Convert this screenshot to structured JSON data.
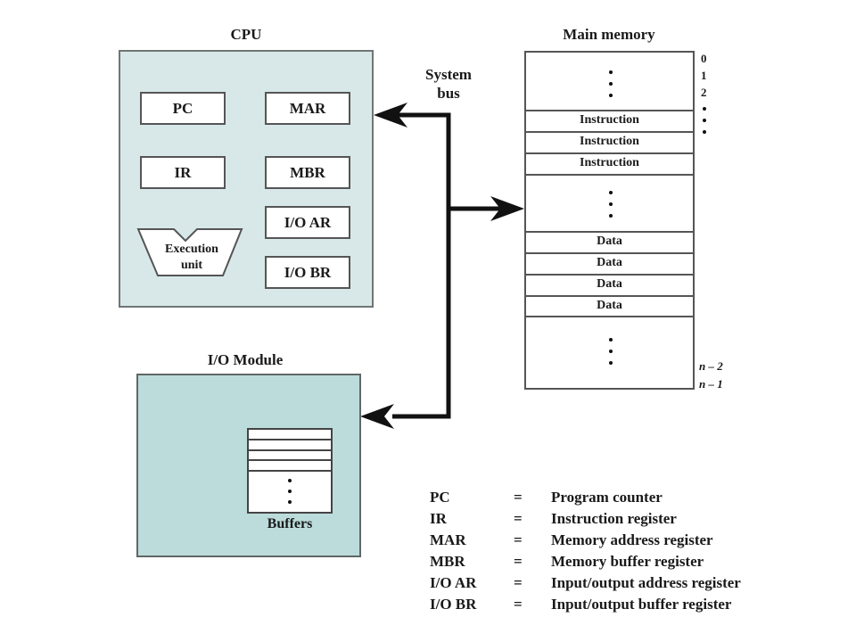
{
  "cpu": {
    "title": "CPU",
    "registers": {
      "pc": "PC",
      "mar": "MAR",
      "ir": "IR",
      "mbr": "MBR",
      "io_ar": "I/O AR",
      "io_br": "I/O BR"
    },
    "execution_unit": [
      "Execution",
      "unit"
    ]
  },
  "bus": {
    "label": [
      "System",
      "bus"
    ]
  },
  "main_memory": {
    "title": "Main memory",
    "cells": [
      {
        "label": "Instruction"
      },
      {
        "label": "Instruction"
      },
      {
        "label": "Instruction"
      },
      {
        "label": "Data"
      },
      {
        "label": "Data"
      },
      {
        "label": "Data"
      },
      {
        "label": "Data"
      }
    ],
    "addresses_top": [
      "0",
      "1",
      "2"
    ],
    "addresses_bottom": [
      "n – 2",
      "n – 1"
    ]
  },
  "io_module": {
    "title": "I/O Module",
    "buffers_label": "Buffers"
  },
  "legend": [
    {
      "abbr": "PC",
      "eq": "=",
      "meaning": "Program counter"
    },
    {
      "abbr": "IR",
      "eq": "=",
      "meaning": "Instruction register"
    },
    {
      "abbr": "MAR",
      "eq": "=",
      "meaning": "Memory address register"
    },
    {
      "abbr": "MBR",
      "eq": "=",
      "meaning": "Memory buffer register"
    },
    {
      "abbr": "I/O AR",
      "eq": "=",
      "meaning": "Input/output address register"
    },
    {
      "abbr": "I/O BR",
      "eq": "=",
      "meaning": "Input/output buffer register"
    }
  ],
  "colors": {
    "cpu_fill": "#d8e8e8",
    "io_fill": "#bcdcdc",
    "bus": "#111111"
  }
}
